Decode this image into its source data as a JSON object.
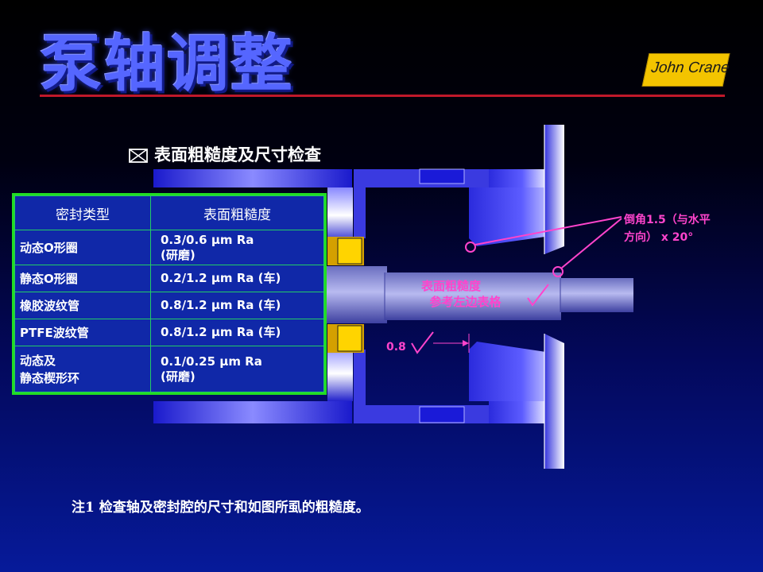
{
  "title": "泵轴调整",
  "logo_text": "John Crane",
  "subtitle": "表面粗糙度及尺寸检查",
  "table": {
    "headers": [
      "密封类型",
      "表面粗糙度"
    ],
    "rows": [
      {
        "type": "动态O形圈",
        "roughness": "0.3/0.6 µm Ra\n(研磨)"
      },
      {
        "type": "静态O形圈",
        "roughness": "0.2/1.2 µm Ra (车)"
      },
      {
        "type": "橡胶波纹管",
        "roughness": "0.8/1.2 µm Ra (车)"
      },
      {
        "type": "PTFE波纹管",
        "roughness": "0.8/1.2 µm Ra (车)"
      },
      {
        "type": "动态及\n静态楔形环",
        "roughness": "0.1/0.25 µm Ra\n(研磨)"
      }
    ]
  },
  "annotations": {
    "chamfer": "倒角1.5（与水平\n方向） x 20°",
    "surface_roughness": "表面粗糙度\n  参考左边表格",
    "value_08": "0.8"
  },
  "note": "注1  检查轴及密封腔的尺寸和如图所虱的粗糙度。",
  "colors": {
    "accent_red": "#c0182a",
    "annotation_magenta": "#ff44cc",
    "table_border": "#22dd22",
    "logo_yellow": "#f3c400"
  }
}
